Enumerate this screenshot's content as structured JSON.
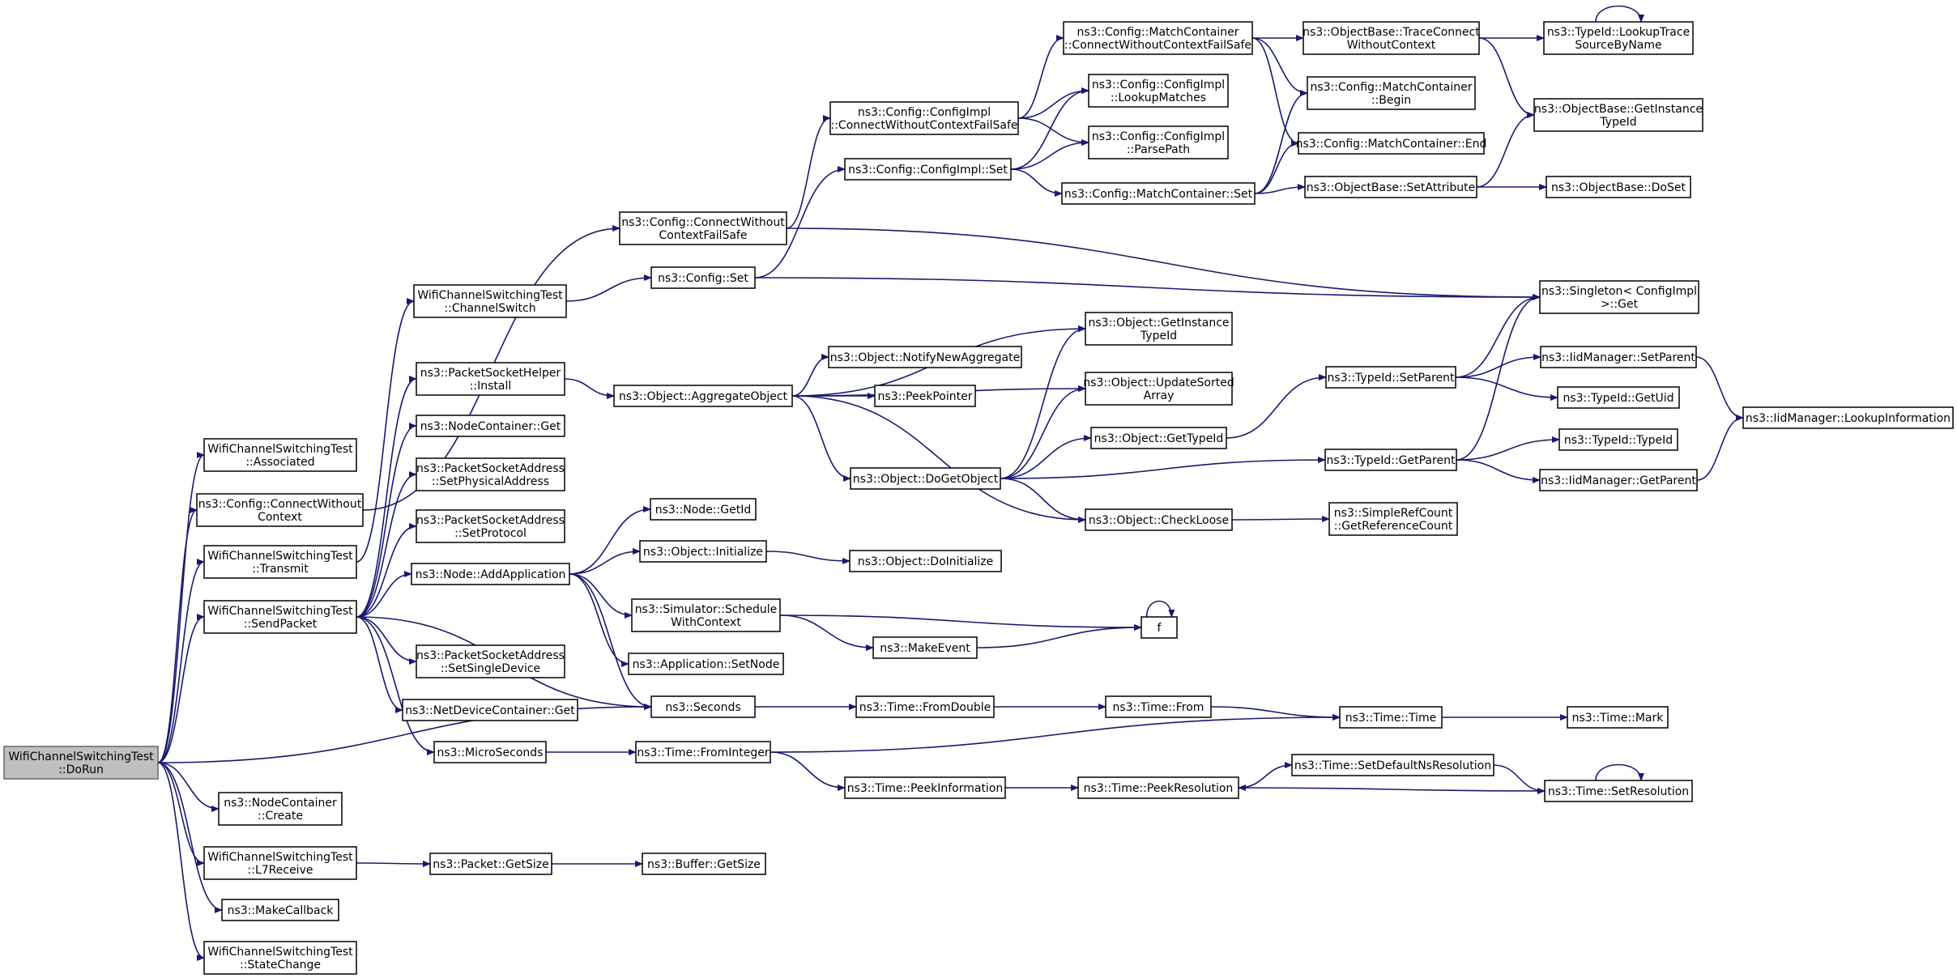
{
  "arrow_color": "#191970",
  "root_fill": "#bfbfbf",
  "nodes": [
    {
      "id": "root",
      "label": [
        "WifiChannelSwitchingTest",
        "::DoRun"
      ],
      "root": true
    },
    {
      "id": "assoc",
      "label": [
        "WifiChannelSwitchingTest",
        "::Associated"
      ]
    },
    {
      "id": "cwc",
      "label": [
        "ns3::Config::ConnectWithout",
        "Context"
      ]
    },
    {
      "id": "transmit",
      "label": [
        "WifiChannelSwitchingTest",
        "::Transmit"
      ]
    },
    {
      "id": "sendpkt",
      "label": [
        "WifiChannelSwitchingTest",
        "::SendPacket"
      ]
    },
    {
      "id": "nccreate",
      "label": [
        "ns3::NodeContainer",
        "::Create"
      ]
    },
    {
      "id": "l7recv",
      "label": [
        "WifiChannelSwitchingTest",
        "::L7Receive"
      ]
    },
    {
      "id": "makecb",
      "label": [
        "ns3::MakeCallback"
      ]
    },
    {
      "id": "statechange",
      "label": [
        "WifiChannelSwitchingTest",
        "::StateChange"
      ]
    },
    {
      "id": "chswitch",
      "label": [
        "WifiChannelSwitchingTest",
        "::ChannelSwitch"
      ]
    },
    {
      "id": "pshinstall",
      "label": [
        "ns3::PacketSocketHelper",
        "::Install"
      ]
    },
    {
      "id": "ncget",
      "label": [
        "ns3::NodeContainer::Get"
      ]
    },
    {
      "id": "psaphys",
      "label": [
        "ns3::PacketSocketAddress",
        "::SetPhysicalAddress"
      ]
    },
    {
      "id": "psaproto",
      "label": [
        "ns3::PacketSocketAddress",
        "::SetProtocol"
      ]
    },
    {
      "id": "addapp",
      "label": [
        "ns3::Node::AddApplication"
      ]
    },
    {
      "id": "psasingle",
      "label": [
        "ns3::PacketSocketAddress",
        "::SetSingleDevice"
      ]
    },
    {
      "id": "ndcget",
      "label": [
        "ns3::NetDeviceContainer::Get"
      ]
    },
    {
      "id": "micro",
      "label": [
        "ns3::MicroSeconds"
      ]
    },
    {
      "id": "pktsize",
      "label": [
        "ns3::Packet::GetSize"
      ]
    },
    {
      "id": "bufsize",
      "label": [
        "ns3::Buffer::GetSize"
      ]
    },
    {
      "id": "cwcfs",
      "label": [
        "ns3::Config::ConnectWithout",
        "ContextFailSafe"
      ]
    },
    {
      "id": "cfgset",
      "label": [
        "ns3::Config::Set"
      ]
    },
    {
      "id": "aggregate",
      "label": [
        "ns3::Object::AggregateObject"
      ]
    },
    {
      "id": "getid",
      "label": [
        "ns3::Node::GetId"
      ]
    },
    {
      "id": "objinit",
      "label": [
        "ns3::Object::Initialize"
      ]
    },
    {
      "id": "schedctx",
      "label": [
        "ns3::Simulator::Schedule",
        "WithContext"
      ]
    },
    {
      "id": "appsetnode",
      "label": [
        "ns3::Application::SetNode"
      ]
    },
    {
      "id": "seconds",
      "label": [
        "ns3::Seconds"
      ]
    },
    {
      "id": "fromint",
      "label": [
        "ns3::Time::FromInteger"
      ]
    },
    {
      "id": "implcwcfs",
      "label": [
        "ns3::Config::ConfigImpl",
        "::ConnectWithoutContextFailSafe"
      ]
    },
    {
      "id": "implset",
      "label": [
        "ns3::Config::ConfigImpl::Set"
      ]
    },
    {
      "id": "notifyagg",
      "label": [
        "ns3::Object::NotifyNewAggregate"
      ]
    },
    {
      "id": "peekptr",
      "label": [
        "ns3::PeekPointer"
      ]
    },
    {
      "id": "dogetobj",
      "label": [
        "ns3::Object::DoGetObject"
      ]
    },
    {
      "id": "doinit",
      "label": [
        "ns3::Object::DoInitialize"
      ]
    },
    {
      "id": "makeevent",
      "label": [
        "ns3::MakeEvent"
      ]
    },
    {
      "id": "fromdouble",
      "label": [
        "ns3::Time::FromDouble"
      ]
    },
    {
      "id": "peekinfo",
      "label": [
        "ns3::Time::PeekInformation"
      ]
    },
    {
      "id": "mccwcfs",
      "label": [
        "ns3::Config::MatchContainer",
        "::ConnectWithoutContextFailSafe"
      ]
    },
    {
      "id": "lookupmatches",
      "label": [
        "ns3::Config::ConfigImpl",
        "::LookupMatches"
      ]
    },
    {
      "id": "parsepath",
      "label": [
        "ns3::Config::ConfigImpl",
        "::ParsePath"
      ]
    },
    {
      "id": "mcset",
      "label": [
        "ns3::Config::MatchContainer::Set"
      ]
    },
    {
      "id": "objgetinst",
      "label": [
        "ns3::Object::GetInstance",
        "TypeId"
      ]
    },
    {
      "id": "updsorted",
      "label": [
        "ns3::Object::UpdateSorted",
        "Array"
      ]
    },
    {
      "id": "objgettypeid",
      "label": [
        "ns3::Object::GetTypeId"
      ]
    },
    {
      "id": "checkloose",
      "label": [
        "ns3::Object::CheckLoose"
      ]
    },
    {
      "id": "f",
      "label": [
        "f"
      ]
    },
    {
      "id": "timefrom",
      "label": [
        "ns3::Time::From"
      ]
    },
    {
      "id": "peekres",
      "label": [
        "ns3::Time::PeekResolution"
      ]
    },
    {
      "id": "tracecwc",
      "label": [
        "ns3::ObjectBase::TraceConnect",
        "WithoutContext"
      ]
    },
    {
      "id": "mcbegin",
      "label": [
        "ns3::Config::MatchContainer",
        "::Begin"
      ]
    },
    {
      "id": "mcend",
      "label": [
        "ns3::Config::MatchContainer::End"
      ]
    },
    {
      "id": "setattr",
      "label": [
        "ns3::ObjectBase::SetAttribute"
      ]
    },
    {
      "id": "tidsetparent",
      "label": [
        "ns3::TypeId::SetParent"
      ]
    },
    {
      "id": "tidgetparent",
      "label": [
        "ns3::TypeId::GetParent"
      ]
    },
    {
      "id": "refcount",
      "label": [
        "ns3::SimpleRefCount",
        "::GetReferenceCount"
      ]
    },
    {
      "id": "timetime",
      "label": [
        "ns3::Time::Time"
      ]
    },
    {
      "id": "setdefres",
      "label": [
        "ns3::Time::SetDefaultNsResolution"
      ]
    },
    {
      "id": "lookuptrace",
      "label": [
        "ns3::TypeId::LookupTrace",
        "SourceByName"
      ]
    },
    {
      "id": "obgetinst",
      "label": [
        "ns3::ObjectBase::GetInstance",
        "TypeId"
      ]
    },
    {
      "id": "obdoset",
      "label": [
        "ns3::ObjectBase::DoSet"
      ]
    },
    {
      "id": "singleton",
      "label": [
        "ns3::Singleton< ConfigImpl",
        " >::Get"
      ]
    },
    {
      "id": "iidsetparent",
      "label": [
        "ns3::IidManager::SetParent"
      ]
    },
    {
      "id": "tidgetuid",
      "label": [
        "ns3::TypeId::GetUid"
      ]
    },
    {
      "id": "tidtypeid",
      "label": [
        "ns3::TypeId::TypeId"
      ]
    },
    {
      "id": "iidgetparent",
      "label": [
        "ns3::IidManager::GetParent"
      ]
    },
    {
      "id": "timemark",
      "label": [
        "ns3::Time::Mark"
      ]
    },
    {
      "id": "setres",
      "label": [
        "ns3::Time::SetResolution"
      ]
    },
    {
      "id": "iidlookup",
      "label": [
        "ns3::IidManager::LookupInformation"
      ]
    }
  ],
  "edges": [
    [
      "root",
      "assoc"
    ],
    [
      "root",
      "cwc"
    ],
    [
      "root",
      "transmit"
    ],
    [
      "root",
      "sendpkt"
    ],
    [
      "root",
      "nccreate"
    ],
    [
      "root",
      "l7recv"
    ],
    [
      "root",
      "makecb"
    ],
    [
      "root",
      "statechange"
    ],
    [
      "root",
      "seconds"
    ],
    [
      "cwc",
      "cwcfs"
    ],
    [
      "transmit",
      "chswitch"
    ],
    [
      "sendpkt",
      "pshinstall"
    ],
    [
      "sendpkt",
      "ncget"
    ],
    [
      "sendpkt",
      "psaphys"
    ],
    [
      "sendpkt",
      "psaproto"
    ],
    [
      "sendpkt",
      "addapp"
    ],
    [
      "sendpkt",
      "psasingle"
    ],
    [
      "sendpkt",
      "ndcget"
    ],
    [
      "sendpkt",
      "micro"
    ],
    [
      "sendpkt",
      "seconds"
    ],
    [
      "l7recv",
      "pktsize"
    ],
    [
      "pktsize",
      "bufsize"
    ],
    [
      "chswitch",
      "cfgset"
    ],
    [
      "pshinstall",
      "aggregate"
    ],
    [
      "addapp",
      "getid"
    ],
    [
      "addapp",
      "objinit"
    ],
    [
      "addapp",
      "schedctx"
    ],
    [
      "addapp",
      "appsetnode"
    ],
    [
      "addapp",
      "seconds"
    ],
    [
      "micro",
      "fromint"
    ],
    [
      "cwcfs",
      "implcwcfs"
    ],
    [
      "cwcfs",
      "singleton"
    ],
    [
      "cfgset",
      "implset"
    ],
    [
      "cfgset",
      "singleton"
    ],
    [
      "aggregate",
      "objgetinst"
    ],
    [
      "aggregate",
      "notifyagg"
    ],
    [
      "aggregate",
      "peekptr"
    ],
    [
      "aggregate",
      "updsorted"
    ],
    [
      "aggregate",
      "dogetobj"
    ],
    [
      "aggregate",
      "checkloose"
    ],
    [
      "objinit",
      "doinit"
    ],
    [
      "schedctx",
      "makeevent"
    ],
    [
      "schedctx",
      "f"
    ],
    [
      "makeevent",
      "f"
    ],
    [
      "f",
      "f"
    ],
    [
      "seconds",
      "fromdouble"
    ],
    [
      "fromint",
      "timetime"
    ],
    [
      "fromint",
      "peekinfo"
    ],
    [
      "implcwcfs",
      "mccwcfs"
    ],
    [
      "implcwcfs",
      "lookupmatches"
    ],
    [
      "implcwcfs",
      "parsepath"
    ],
    [
      "implset",
      "lookupmatches"
    ],
    [
      "implset",
      "parsepath"
    ],
    [
      "implset",
      "mcset"
    ],
    [
      "dogetobj",
      "objgetinst"
    ],
    [
      "dogetobj",
      "updsorted"
    ],
    [
      "dogetobj",
      "objgettypeid"
    ],
    [
      "dogetobj",
      "checkloose"
    ],
    [
      "dogetobj",
      "tidgetparent"
    ],
    [
      "fromdouble",
      "timefrom"
    ],
    [
      "timefrom",
      "timetime"
    ],
    [
      "peekinfo",
      "peekres"
    ],
    [
      "mccwcfs",
      "tracecwc"
    ],
    [
      "mccwcfs",
      "mcbegin"
    ],
    [
      "mccwcfs",
      "mcend"
    ],
    [
      "mcset",
      "mcbegin"
    ],
    [
      "mcset",
      "mcend"
    ],
    [
      "mcset",
      "setattr"
    ],
    [
      "objgettypeid",
      "tidsetparent"
    ],
    [
      "checkloose",
      "refcount"
    ],
    [
      "peekres",
      "setdefres"
    ],
    [
      "setres",
      "peekres"
    ],
    [
      "setdefres",
      "setres"
    ],
    [
      "setres",
      "setres"
    ],
    [
      "tracecwc",
      "lookuptrace"
    ],
    [
      "tracecwc",
      "obgetinst"
    ],
    [
      "lookuptrace",
      "lookuptrace"
    ],
    [
      "setattr",
      "obgetinst"
    ],
    [
      "setattr",
      "obdoset"
    ],
    [
      "tidsetparent",
      "singleton"
    ],
    [
      "tidsetparent",
      "iidsetparent"
    ],
    [
      "tidsetparent",
      "tidgetuid"
    ],
    [
      "tidgetparent",
      "singleton"
    ],
    [
      "tidgetparent",
      "tidtypeid"
    ],
    [
      "tidgetparent",
      "iidgetparent"
    ],
    [
      "iidsetparent",
      "iidlookup"
    ],
    [
      "iidgetparent",
      "iidlookup"
    ],
    [
      "timetime",
      "timemark"
    ]
  ]
}
